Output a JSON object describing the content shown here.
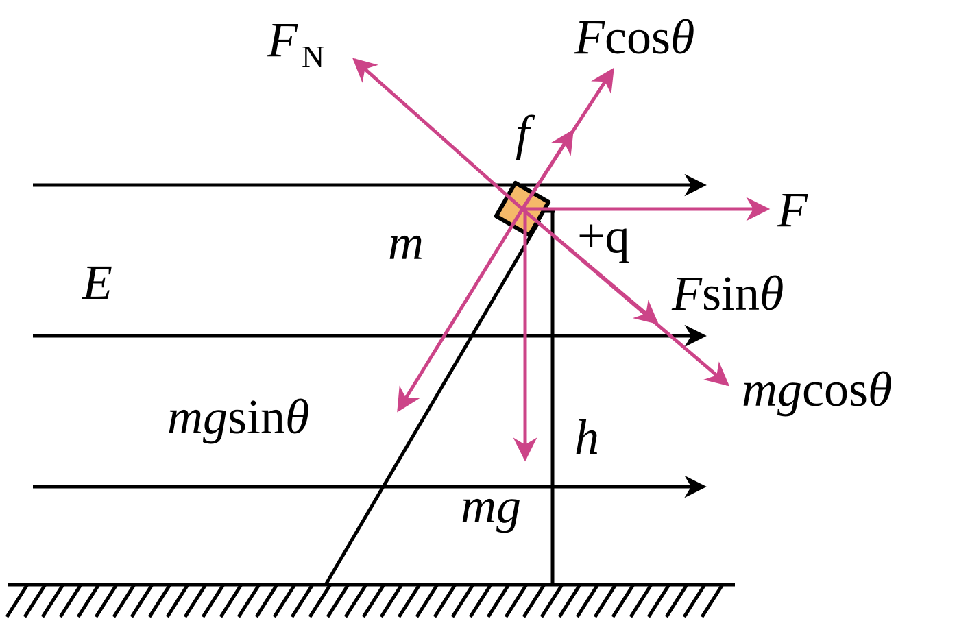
{
  "colors": {
    "force": "#cc4488",
    "ink": "#000000",
    "block_fill": "#f5b969",
    "background": "#ffffff"
  },
  "labels": {
    "field": "E",
    "mass": "m",
    "charge": "+q",
    "height": "h",
    "friction": "f",
    "normal_main": "F",
    "normal_sub": "N",
    "f_cos_main": "F",
    "f_cos_rest": "cos",
    "f_cos_theta": "θ",
    "f_applied": "F",
    "f_sin_main": "F",
    "f_sin_rest": "sin",
    "f_sin_theta": "θ",
    "mg_cos_main": "mg",
    "mg_cos_rest": "cos",
    "mg_cos_theta": "θ",
    "mg_sin_main": "mg",
    "mg_sin_rest": "sin",
    "mg_sin_theta": "θ",
    "weight": "mg"
  }
}
